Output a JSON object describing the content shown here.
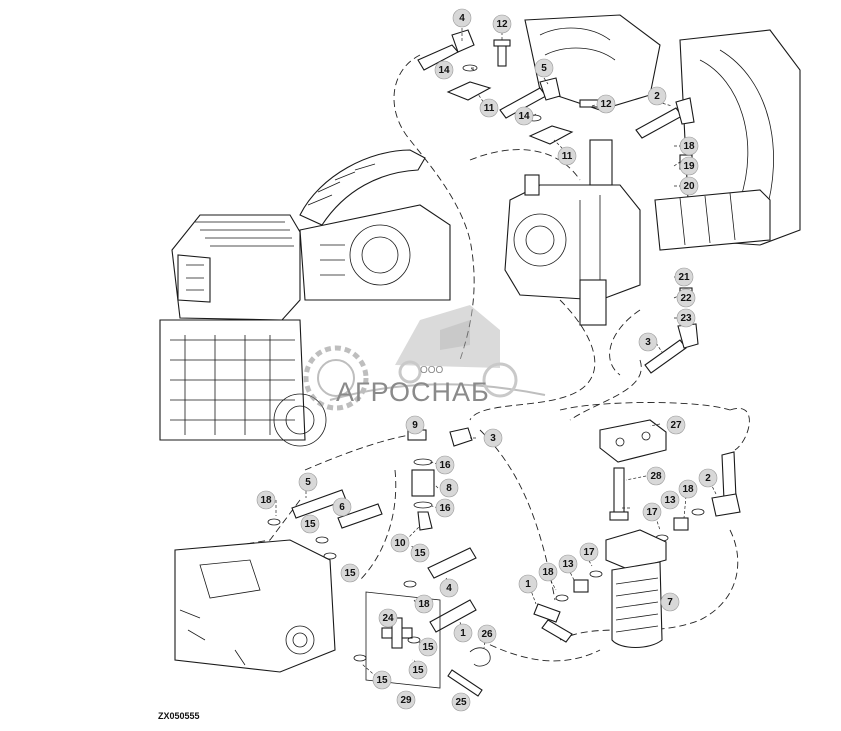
{
  "figure_code": "ZX050555",
  "watermark": {
    "prefix": "ООО",
    "name": "АГРОСНАБ"
  },
  "callouts": [
    "4",
    "12",
    "14",
    "11",
    "5",
    "12",
    "14",
    "11",
    "2",
    "18",
    "19",
    "20",
    "21",
    "22",
    "23",
    "3",
    "9",
    "3",
    "16",
    "8",
    "16",
    "10",
    "15",
    "5",
    "18",
    "15",
    "6",
    "15",
    "4",
    "18",
    "1",
    "24",
    "15",
    "15",
    "15",
    "29",
    "25",
    "26",
    "27",
    "28",
    "2",
    "18",
    "13",
    "17",
    "17",
    "13",
    "18",
    "1",
    "7"
  ]
}
